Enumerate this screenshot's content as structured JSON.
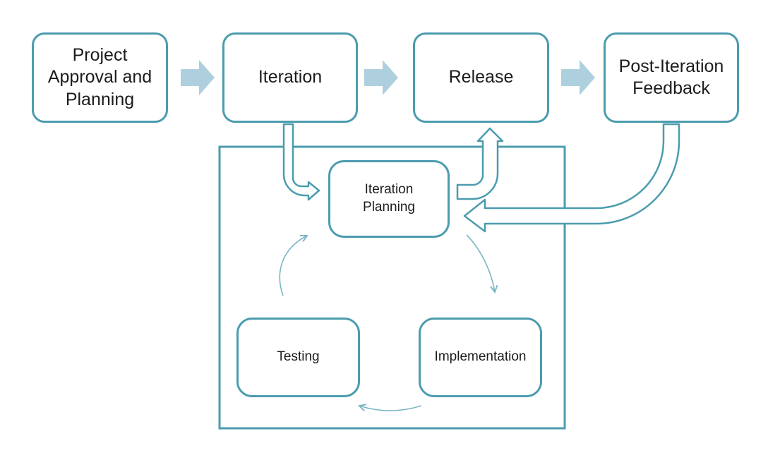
{
  "colors": {
    "background": "#ffffff",
    "box_fill": "#ffffff",
    "box_border": "#4b9cae",
    "block_arrow_fill": "#aed0de",
    "thin_arrow_stroke": "#7ab6c4",
    "text": "#1c1c1c"
  },
  "top_flow": {
    "boxes": [
      {
        "label": "Project\nApproval and\nPlanning"
      },
      {
        "label": "Iteration"
      },
      {
        "label": "Release"
      },
      {
        "label": "Post-Iteration\nFeedback"
      }
    ]
  },
  "iteration_cycle": {
    "boxes": [
      {
        "label": "Iteration\nPlanning"
      },
      {
        "label": "Testing"
      },
      {
        "label": "Implementation"
      }
    ]
  },
  "connectors": {
    "top_flow": [
      "Project Approval and Planning → Iteration",
      "Iteration → Release",
      "Release → Post-Iteration Feedback"
    ],
    "detail": [
      "Iteration → Iteration Planning",
      "Iteration Planning → Release",
      "Post-Iteration Feedback → Iteration Planning",
      "Iteration Planning → Implementation",
      "Implementation → Testing",
      "Testing → Iteration Planning"
    ]
  }
}
